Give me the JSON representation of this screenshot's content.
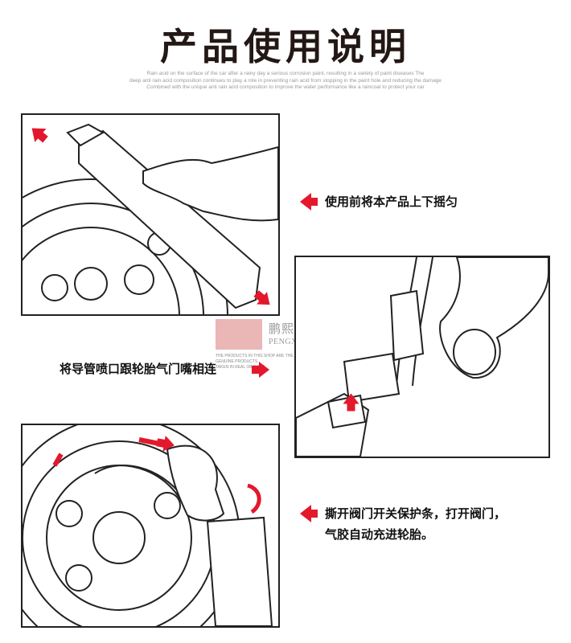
{
  "title": "产品使用说明",
  "subtext": [
    "Rain acid on the surface of the car after a rainy day a serious corrosion paint, resulting in a variety of paint diseases The",
    "deep anti rain acid composition continues to play a role in preventing rain acid from stopping in the paint hole and reducing the damage",
    "Combined with the unique anti rain acid composition to improve the water performance like a raincoat to protect your car"
  ],
  "steps": {
    "step1": "使用前将本产品上下摇匀",
    "step2": "将导管喷口跟轮胎气门嘴相连",
    "step3_line1": "撕开阀门开关保护条，打开阀门，",
    "step3_line2": "气胶自动充进轮胎。"
  },
  "watermark": {
    "brand": "鹏熙汽车用品",
    "pinyin": "PENGXIQICHEYONGPIN",
    "small_line1": "THE PRODUCTS IN THIS SHOP ARE THE OFFICIAL GENUINE PRODUCTS",
    "small_line2": "TAKEN IN REAL OBJECTS"
  },
  "colors": {
    "accent_red": "#e3182d",
    "title": "#231815",
    "line": "#222222"
  },
  "icons": [
    "red-arrow-left-icon",
    "red-arrow-right-icon",
    "red-curved-arrow-icon",
    "brand-logo-icon"
  ]
}
